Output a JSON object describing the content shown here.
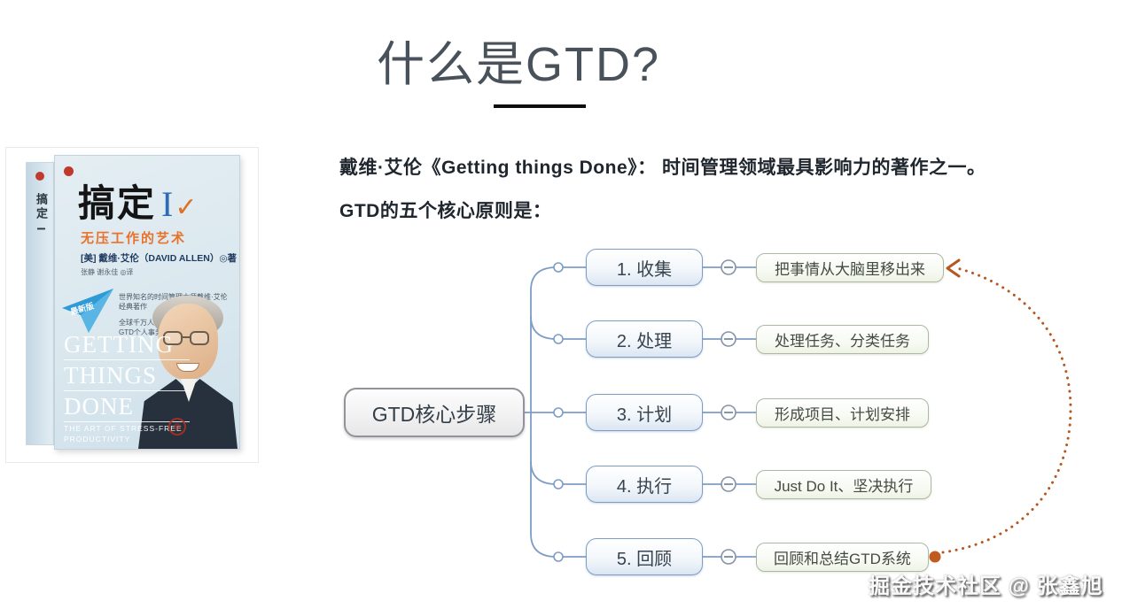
{
  "title": {
    "text": "什么是GTD?"
  },
  "intro": {
    "line1": "戴维·艾伦《Getting things Done》： 时间管理领域最具影响力的著作之一。",
    "line2": "GTD的五个核心原则是："
  },
  "book": {
    "spine_text": "搞定 I",
    "title_cn": "搞定",
    "volume": "I",
    "check_mark": "✓",
    "subtitle_cn": "无压工作的艺术",
    "author_line": "[美] 戴维·艾伦（DAVID ALLEN）◎著",
    "translator_line": "张静 谢永佳 ◎译",
    "badge": "最新版",
    "blurb_line1": "世界知名的时间管理大师戴维·艾伦经典著作",
    "blurb_line2": "全球千万人正在轻松使用的",
    "blurb_line3": "GTD个人事务管理系统",
    "title_en_lines": [
      "GETTING",
      "THINGS",
      "DONE"
    ],
    "tagline_line1": "THE ART OF STRESS-FREE",
    "tagline_line2": "PRODUCTIVITY"
  },
  "mindmap": {
    "root_label": "GTD核心步骤",
    "branches": [
      {
        "step": "1. 收集",
        "desc": "把事情从大脑里移出来"
      },
      {
        "step": "2. 处理",
        "desc": "处理任务、分类任务"
      },
      {
        "step": "3. 计划",
        "desc": "形成项目、计划安排"
      },
      {
        "step": "4. 执行",
        "desc": "Just Do It、坚决执行"
      },
      {
        "step": "5. 回顾",
        "desc": "回顾和总结GTD系统"
      }
    ],
    "colors": {
      "connector_blue": "#7e9dc4",
      "step_border": "#7e9dc4",
      "desc_border": "#abb9a2",
      "root_border": "#909498",
      "loop_orange": "#b5571f"
    }
  },
  "watermark": {
    "text": "掘金技术社区 @ 张鑫旭"
  }
}
